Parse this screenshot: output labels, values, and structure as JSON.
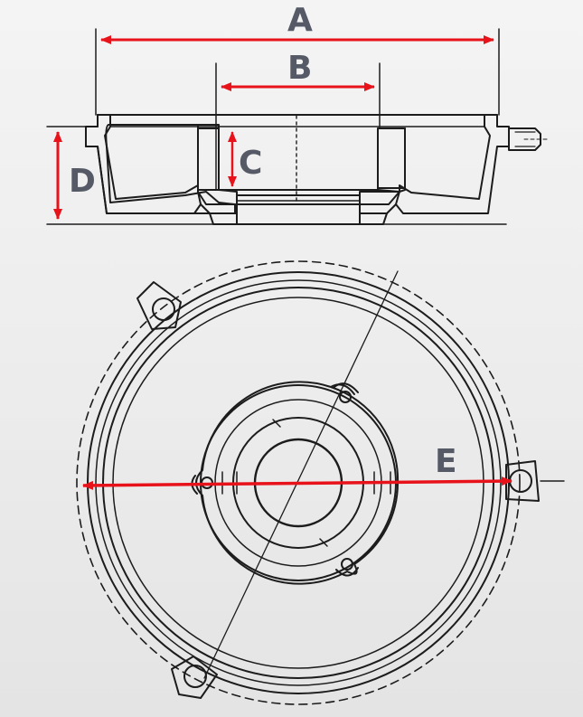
{
  "diagram": {
    "dimension_labels": {
      "a": "A",
      "b": "B",
      "c": "C",
      "d": "D",
      "e": "E"
    },
    "colors": {
      "dimension_line": "#e8121a",
      "drawing_ink": "#1c1c1c",
      "label_text": "#555a66"
    }
  }
}
